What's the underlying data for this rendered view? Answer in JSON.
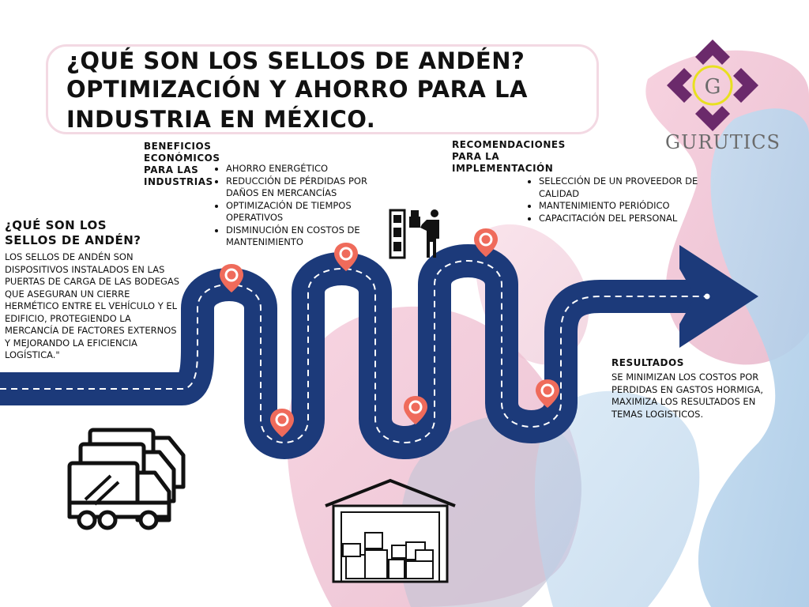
{
  "title": {
    "line1": "¿QUÉ SON LOS SELLOS DE ANDÉN?",
    "line2": "OPTIMIZACIÓN Y AHORRO PARA LA",
    "line3": "INDUSTRIA EN MÉXICO."
  },
  "logo": {
    "letter": "G",
    "name": "GURUTICS"
  },
  "que_son": {
    "heading_line1": "¿QUÉ SON LOS",
    "heading_line2": "SELLOS DE ANDÉN?",
    "body": "LOS SELLOS DE ANDÉN SON DISPOSITIVOS INSTALADOS EN LAS PUERTAS DE CARGA DE LAS BODEGAS QUE ASEGURAN UN CIERRE HERMÉTICO ENTRE EL VEHÍCULO Y EL EDIFICIO, PROTEGIENDO LA MERCANCÍA DE FACTORES EXTERNOS Y MEJORANDO LA EFICIENCIA LOGÍSTICA.\""
  },
  "beneficios": {
    "heading_lines": [
      "BENEFICIOS",
      "ECONÓMICOS",
      "PARA LAS",
      "INDUSTRIAS"
    ],
    "items": [
      "AHORRO ENERGÉTICO",
      "REDUCCIÓN DE PÉRDIDAS POR DAÑOS EN MERCANCÍAS",
      "OPTIMIZACIÓN DE TIEMPOS OPERATIVOS",
      "DISMINUCIÓN EN COSTOS DE MANTENIMIENTO"
    ]
  },
  "recomendaciones": {
    "heading_lines": [
      "RECOMENDACIONES",
      "PARA LA",
      "IMPLEMENTACIÓN"
    ],
    "items": [
      "SELECCIÓN DE UN PROVEEDOR DE CALIDAD",
      "MANTENIMIENTO PERIÓDICO",
      "CAPACITACIÓN DEL PERSONAL"
    ]
  },
  "resultados": {
    "heading": "RESULTADOS",
    "body": "SE MINIMIZAN LOS COSTOS POR PERDIDAS EN GASTOS HORMIGA, MAXIMIZA LOS RESULTADOS EN TEMAS LOGISTICOS."
  },
  "colors": {
    "road": "#1c3a7a",
    "marker": "#ef6b5b",
    "pink_blob": "#f3c6d6",
    "blue_blob": "#bcd6ee",
    "logo_purple": "#6b2a6b",
    "logo_ring": "#e8e020"
  },
  "icons": [
    "truck-fleet-icon",
    "worker-delivery-icon",
    "warehouse-icon",
    "map-pin-icon"
  ]
}
